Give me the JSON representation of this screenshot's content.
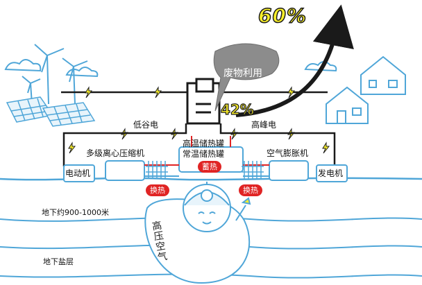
{
  "efficiency": {
    "output": "60%",
    "waste_recovered": "42%"
  },
  "callout": {
    "text": "废物利用"
  },
  "power": {
    "valley": "低谷电",
    "peak": "高峰电"
  },
  "equipment": {
    "compressor": "多级离心压缩机",
    "motor": "电动机",
    "expander": "空气膨胀机",
    "generator": "发电机",
    "hot_tank": "高温储热罐",
    "normal_tank": "常温储热罐"
  },
  "process": {
    "storage": "蓄热",
    "exchange": "换热"
  },
  "underground": {
    "depth": "地下约900-1000米",
    "salt_layer": "地下盐层",
    "air": "高压空气"
  },
  "colors": {
    "sky_blue": "#4fa6d8",
    "hot_red": "#e02424",
    "yellow": "#f7ee2a",
    "line_black": "#1a1a1a"
  }
}
